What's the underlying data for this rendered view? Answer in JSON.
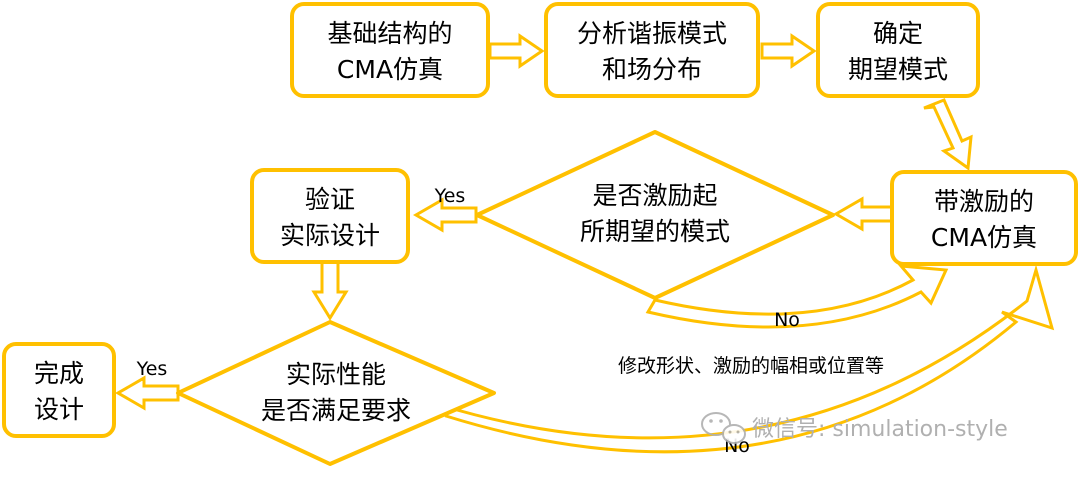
{
  "nodes": {
    "cma_base": [
      "基础结构的",
      "CMA仿真"
    ],
    "analyze": [
      "分析谐振模式",
      "和场分布"
    ],
    "determine": [
      "确定",
      "期望模式"
    ],
    "excite_sim": [
      "带激励的",
      "CMA仿真"
    ],
    "decision_mode": [
      "是否激励起",
      "所期望的模式"
    ],
    "verify": [
      "验证",
      "实际设计"
    ],
    "decision_perf": [
      "实际性能",
      "是否满足要求"
    ],
    "done": [
      "完成",
      "设计"
    ]
  },
  "edges": {
    "yes_1": "Yes",
    "no_1": "No",
    "yes_2": "Yes",
    "no_2": "No",
    "modify_note": "修改形状、激励的幅相或位置等"
  },
  "watermark": "微信号: simulation-style",
  "colors": {
    "accent": "#FFC000",
    "text": "#000000",
    "watermark": "#b0b0b0"
  }
}
